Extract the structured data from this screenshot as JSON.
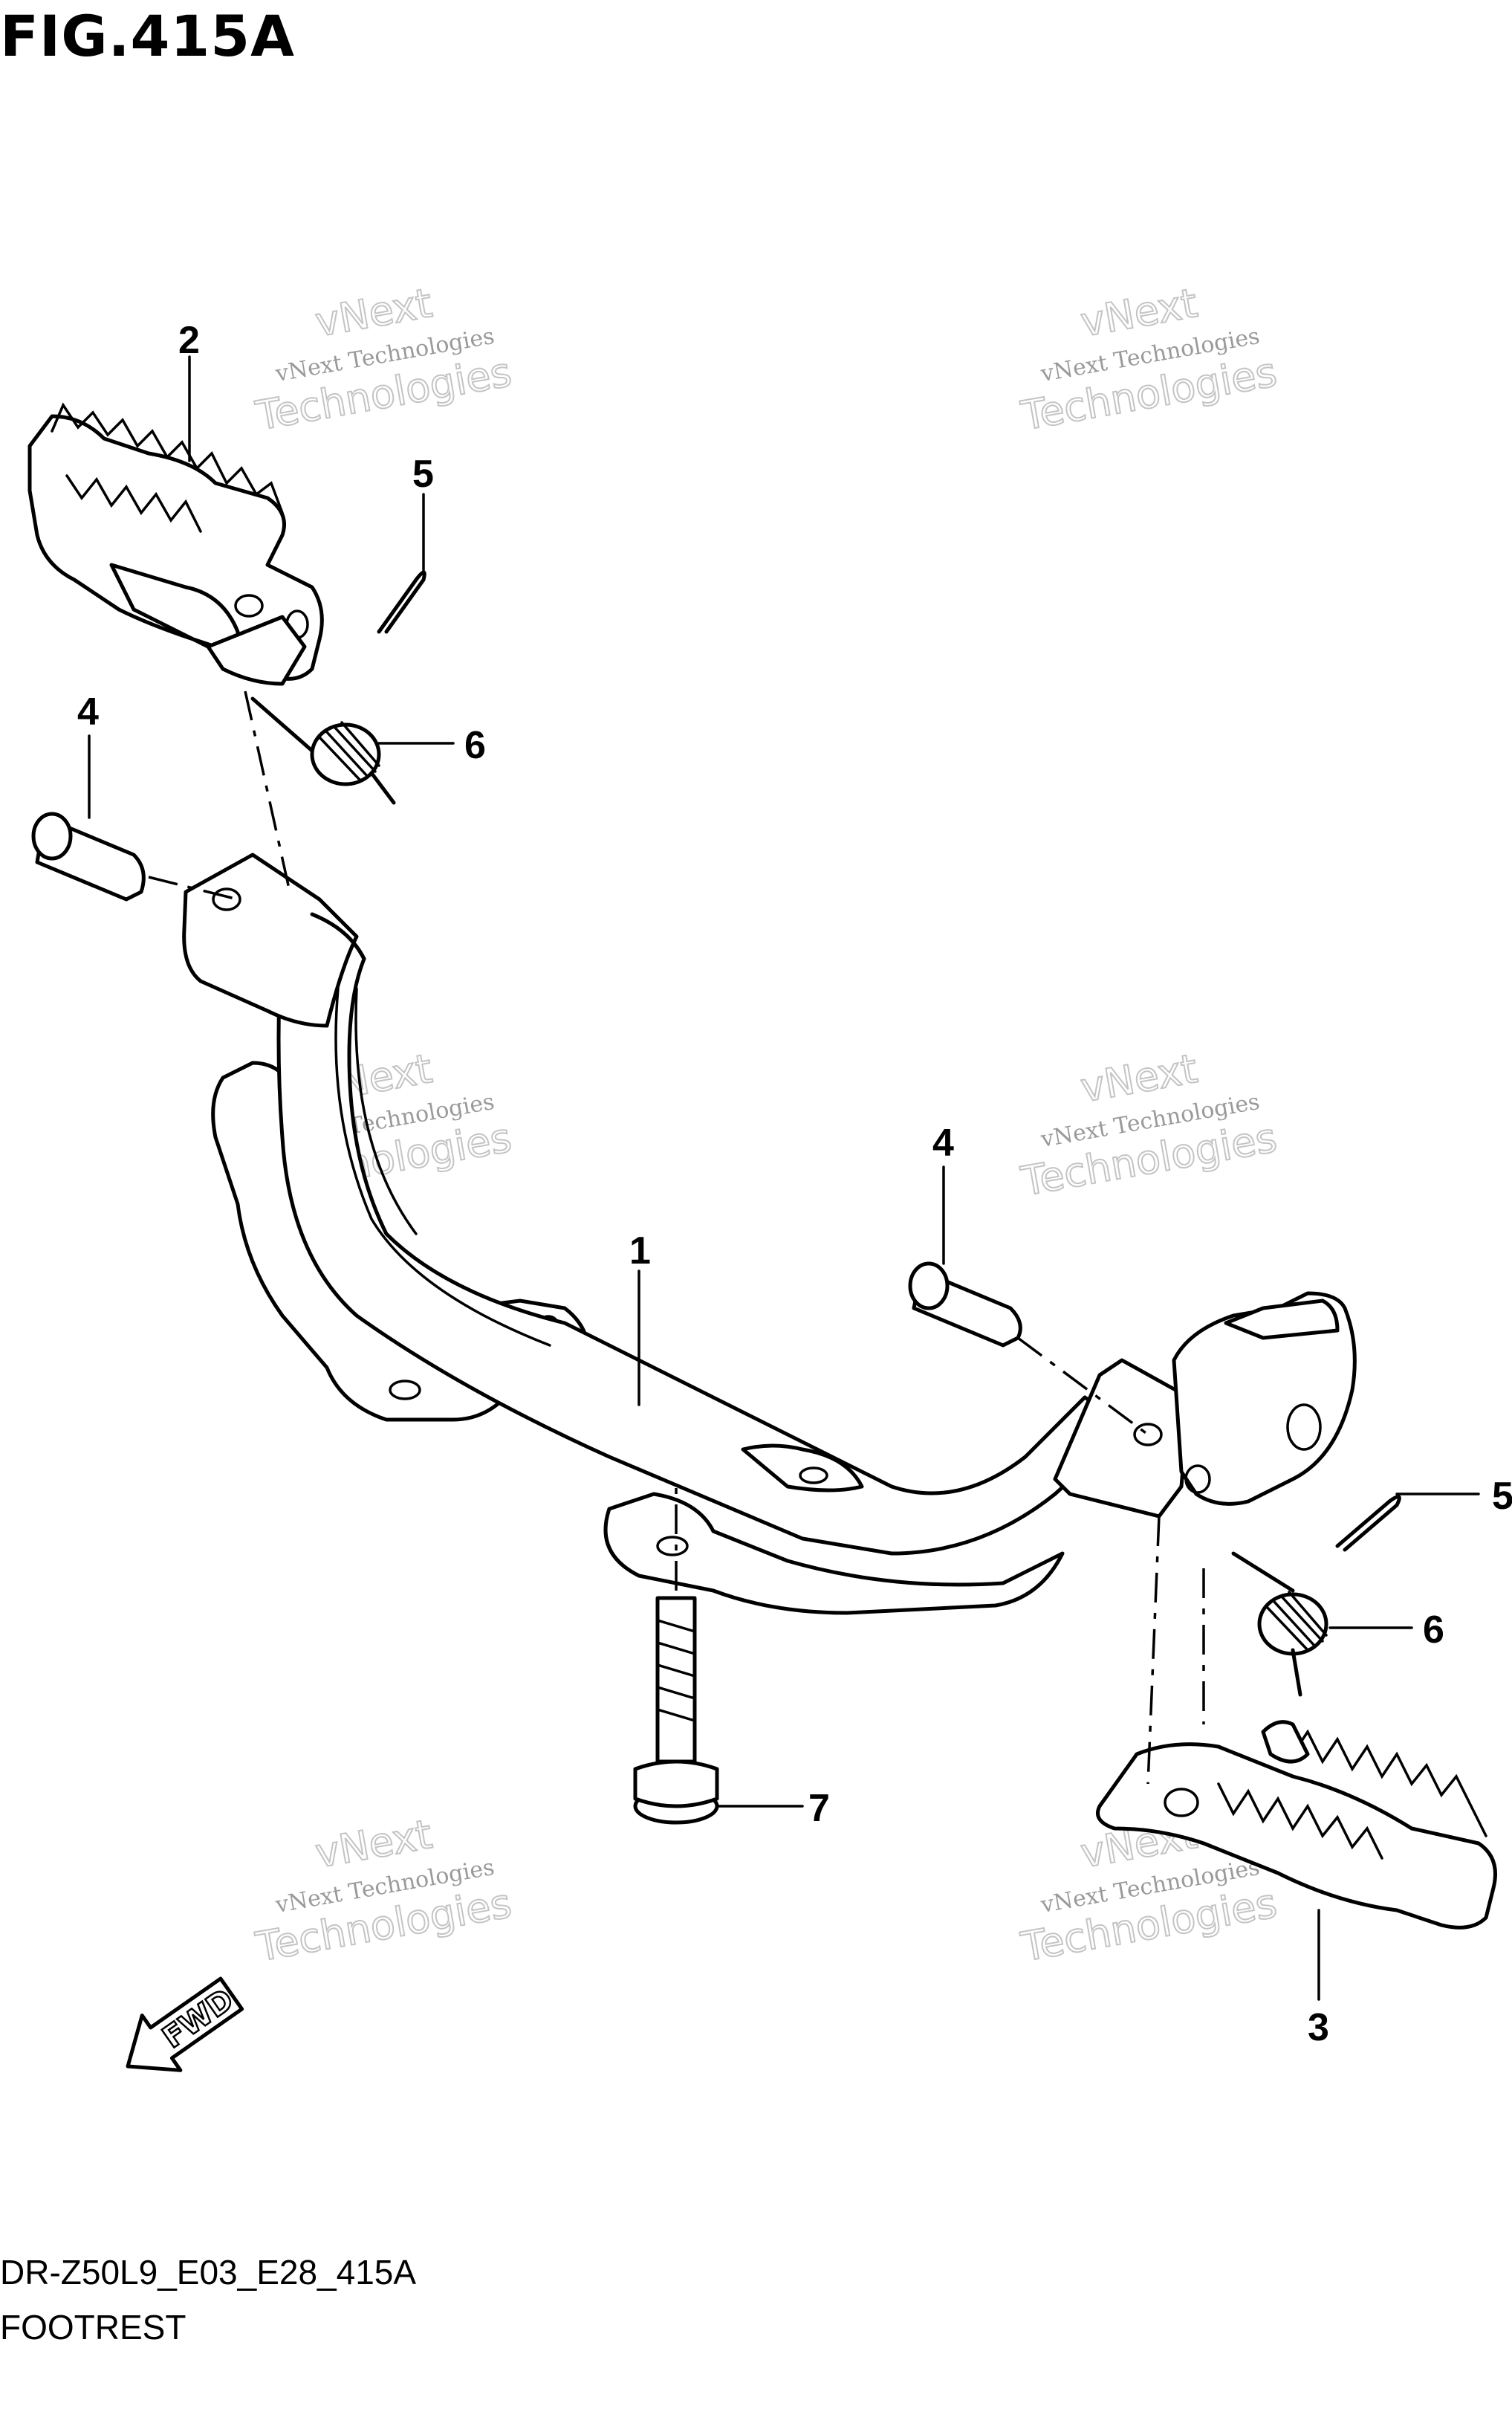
{
  "figure": {
    "title": "FIG.415A",
    "code": "DR-Z50L9_E03_E28_415A",
    "name": "FOOTREST"
  },
  "watermark": {
    "line1": "vNext Technologies",
    "line2": "vNext",
    "line3": "Technologies"
  },
  "callouts": {
    "c1": "1",
    "c2": "2",
    "c3": "3",
    "c4a": "4",
    "c4b": "4",
    "c5a": "5",
    "c5b": "5",
    "c6a": "6",
    "c6b": "6",
    "c7": "7"
  },
  "fwd_label": "FWD",
  "icons": [
    "fwd-arrow-icon"
  ]
}
